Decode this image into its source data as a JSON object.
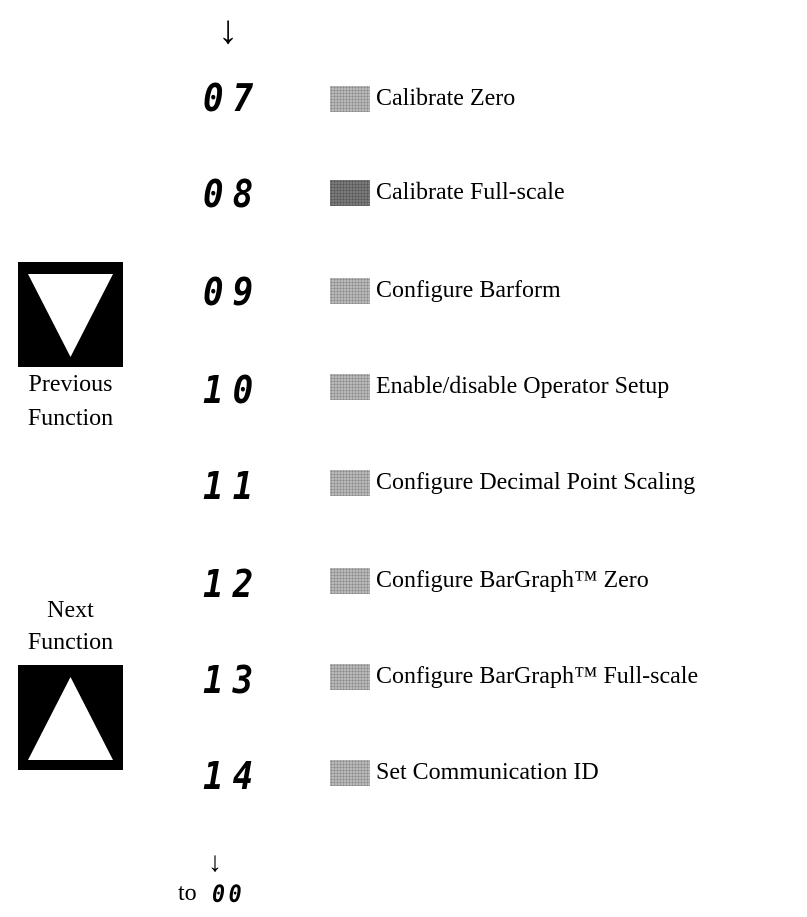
{
  "top_arrow": "↓",
  "functions": [
    {
      "code": "07",
      "label": "Calibrate Zero",
      "marker": "light"
    },
    {
      "code": "08",
      "label": "Calibrate Full-scale",
      "marker": "dark"
    },
    {
      "code": "09",
      "label": "Configure Barform",
      "marker": "light"
    },
    {
      "code": "10",
      "label": "Enable/disable Operator Setup",
      "marker": "light"
    },
    {
      "code": "11",
      "label": "Configure Decimal Point Scaling",
      "marker": "light"
    },
    {
      "code": "12",
      "label": "Configure BarGraph™ Zero",
      "marker": "light"
    },
    {
      "code": "13",
      "label": "Configure BarGraph™ Full-scale",
      "marker": "light"
    },
    {
      "code": "14",
      "label": "Set Communication ID",
      "marker": "light"
    }
  ],
  "previous_key": {
    "line1": "Previous",
    "line2": "Function",
    "icon": "down-triangle-icon"
  },
  "next_key": {
    "line1": "Next",
    "line2": "Function",
    "icon": "up-triangle-icon"
  },
  "footer": {
    "arrow": "↓",
    "prefix": "to",
    "code": "00"
  }
}
